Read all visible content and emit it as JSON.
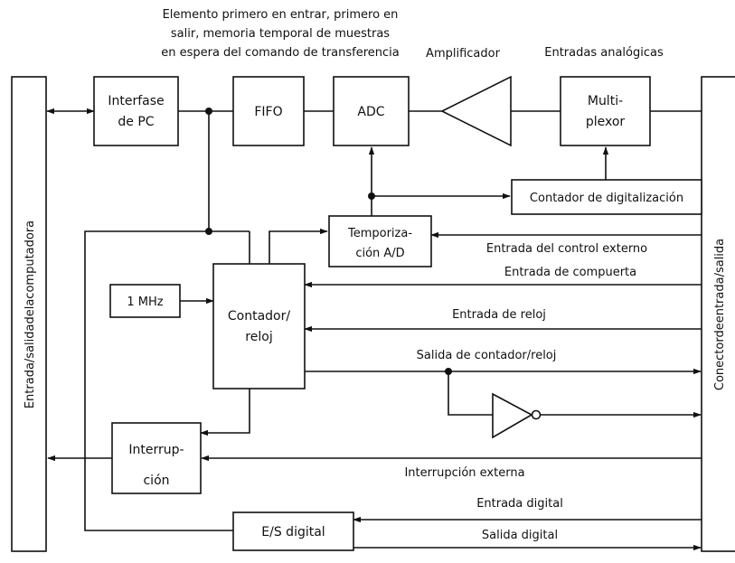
{
  "annotations": {
    "fifo_note": [
      "Elemento primero en entrar, primero en",
      "salir, memoria temporal de muestras",
      "en espera del comando de transferencia"
    ],
    "amplifier": "Amplificador",
    "analog_inputs": "Entradas analógicas"
  },
  "blocks": {
    "pc_interface": [
      "Interfase",
      "de PC"
    ],
    "fifo": "FIFO",
    "adc": "ADC",
    "multiplexer": [
      "Multi-",
      "plexor"
    ],
    "scan_counter": "Contador de digitalización",
    "ad_timing": [
      "Temporiza-",
      "ción A/D"
    ],
    "clock_1mhz": "1 MHz",
    "counter_timer": [
      "Contador/",
      "reloj"
    ],
    "interrupt": [
      "Interrup-",
      "ción"
    ],
    "digital_io": "E/S digital"
  },
  "buses": {
    "computer_io": "Entrada/salidadelacomputadora",
    "io_connector": "Conectordeentrada/salida"
  },
  "signals": {
    "external_control_input": "Entrada del control externo",
    "gate_input": "Entrada de compuerta",
    "clock_input": "Entrada de reloj",
    "counter_timer_output": "Salida de contador/reloj",
    "external_interrupt": "Interrupción externa",
    "digital_input": "Entrada digital",
    "digital_output": "Salida digital"
  }
}
